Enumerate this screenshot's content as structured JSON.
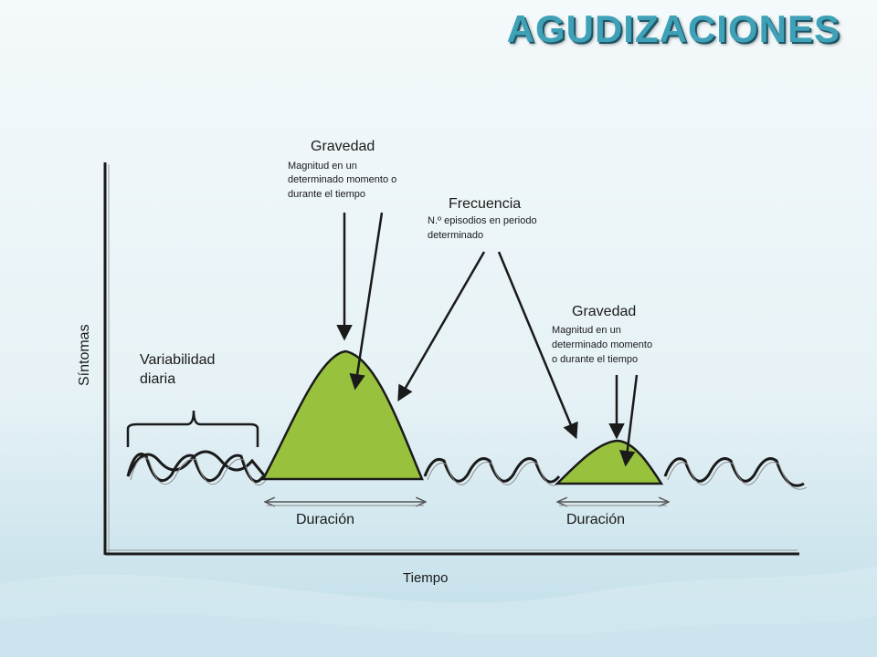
{
  "title": "AGUDIZACIONES",
  "colors": {
    "title": "#3ea1b7",
    "exacerbation_fill": "#98c13d",
    "axis": "#1a1a1a",
    "background_top": "#f4f9fb",
    "background_bottom": "#cfe6ee"
  },
  "axes": {
    "y_label": "Síntomas",
    "x_label": "Tiempo"
  },
  "labels": {
    "variability_line1": "Variabilidad",
    "variability_line2": "diaria",
    "severity_1_title": "Gravedad",
    "severity_1_desc_line1": "Magnitud en un",
    "severity_1_desc_line2": "determinado momento o",
    "severity_1_desc_line3": "durante el tiempo",
    "frequency_title": "Frecuencia",
    "frequency_desc_line1": "N.º episodios en periodo",
    "frequency_desc_line2": "determinado",
    "severity_2_title": "Gravedad",
    "severity_2_desc_line1": "Magnitud en un",
    "severity_2_desc_line2": "determinado momento",
    "severity_2_desc_line3": "o durante el tiempo",
    "duration_1": "Duración",
    "duration_2": "Duración"
  }
}
